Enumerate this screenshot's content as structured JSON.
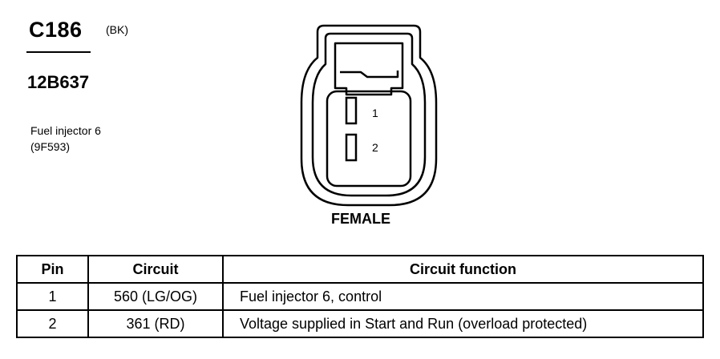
{
  "connector": {
    "id": "C186",
    "color": "(BK)",
    "part_number": "12B637",
    "component_name": "Fuel injector 6",
    "component_code": "(9F593)"
  },
  "diagram": {
    "gender": "FEMALE",
    "pin_labels": [
      "1",
      "2"
    ]
  },
  "table": {
    "headers": [
      "Pin",
      "Circuit",
      "Circuit function"
    ],
    "rows": [
      {
        "pin": "1",
        "circuit": "560 (LG/OG)",
        "function": "Fuel injector 6, control"
      },
      {
        "pin": "2",
        "circuit": "361 (RD)",
        "function": "Voltage supplied in Start and Run (overload protected)"
      }
    ]
  }
}
